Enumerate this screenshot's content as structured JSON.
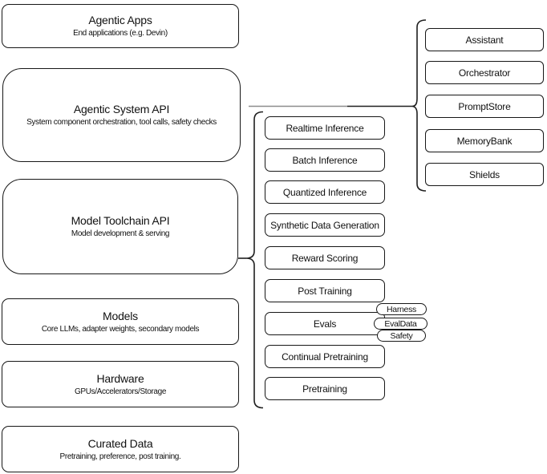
{
  "stack": [
    {
      "title": "Agentic Apps",
      "subtitle": "End applications (e.g. Devin)"
    },
    {
      "title": "Agentic System API",
      "subtitle": "System component orchestration, tool calls, safety checks"
    },
    {
      "title": "Model Toolchain API",
      "subtitle": "Model development & serving"
    },
    {
      "title": "Models",
      "subtitle": "Core LLMs, adapter weights, secondary models"
    },
    {
      "title": "Hardware",
      "subtitle": "GPUs/Accelerators/Storage"
    },
    {
      "title": "Curated Data",
      "subtitle": "Pretraining, preference, post training."
    }
  ],
  "toolchain_items": [
    "Realtime Inference",
    "Batch Inference",
    "Quantized Inference",
    "Synthetic Data Generation",
    "Reward Scoring",
    "Post Training",
    "Evals",
    "Continual Pretraining",
    "Pretraining"
  ],
  "evals_tags": [
    "Harness",
    "EvalData",
    "Safety"
  ],
  "system_components": [
    "Assistant",
    "Orchestrator",
    "PromptStore",
    "MemoryBank",
    "Shields"
  ],
  "colors": {
    "node_border": "#171717",
    "text": "#111111",
    "background": "#ffffff",
    "connector_gray": "#8c8c8c",
    "connector_black": "#1f1f1f"
  }
}
